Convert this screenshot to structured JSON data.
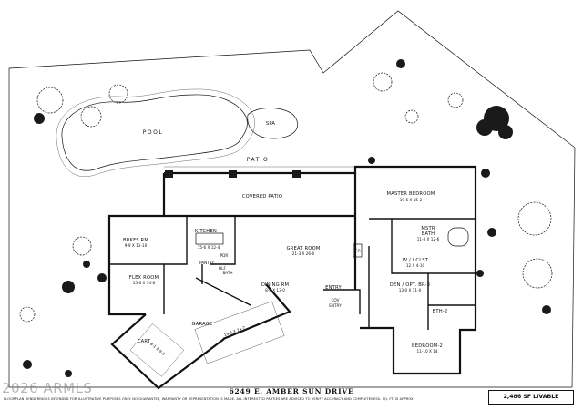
{
  "rooms": {
    "pool": "POOL",
    "spa": "SPA",
    "patio": "PATIO",
    "covered_patio": "COVERED PATIO",
    "master_bedroom": {
      "name": "MASTER BEDROOM",
      "dim": "19-6 X 15-2"
    },
    "mstr_bath": {
      "name": "MSTR",
      "name2": "BATH",
      "dim": "11-8 X 12-6"
    },
    "wi_clst": {
      "name": "W / I CLST",
      "dim": "12 X 4-10"
    },
    "den": {
      "name": "DEN / OPT. BR-3",
      "dim": "13-0 X 11-0"
    },
    "bth2": "BTH-2",
    "bedroom2": {
      "name": "BEDROOM-2",
      "dim": "11-10 X 14"
    },
    "brkfs": {
      "name": "BRKFS RM",
      "dim": "9-9 X 11-10"
    },
    "kitchen": {
      "name": "KITCHEN",
      "dim": "15-6 X 12-4"
    },
    "great_room": {
      "name": "GREAT ROOM",
      "dim": "21-3 X 26-0"
    },
    "pantry": "PANTRY",
    "pdr": "PDR",
    "flex": {
      "name": "FLEX ROOM",
      "dim": "15-6 X 14-6"
    },
    "hlf_bath": {
      "name": "HLF",
      "name2": "BATH"
    },
    "dining": {
      "name": "DINING RM",
      "dim": "8-4 X 13-0"
    },
    "entry": "ENTRY",
    "cov_entry": {
      "name": "COV",
      "name2": "ENTRY"
    },
    "garage": "GARAGE",
    "cart": "CART",
    "garage_dim_left": "8-1 X 9-3",
    "garage_dim_right": "19-6 X 24-7",
    "fireplace": "F.P."
  },
  "footer": {
    "street": "6249 E. AMBER SUN DRIVE",
    "disclaimer": "FLOORPLAN RENDERING IS INTENDED FOR ILLUSTRATIVE PURPOSES ONLY. NO GUARANTEE, WARRANTY OR REPRESENTATION IS MADE. ALL INTERESTED PARTIES ARE ADVISED TO VERIFY ACCURACY AND COMPLETENESS. SQ. FT. IS APPROX.",
    "sqft": "2,486 SF LIVABLE",
    "watermark": "2026 ARMLS"
  }
}
